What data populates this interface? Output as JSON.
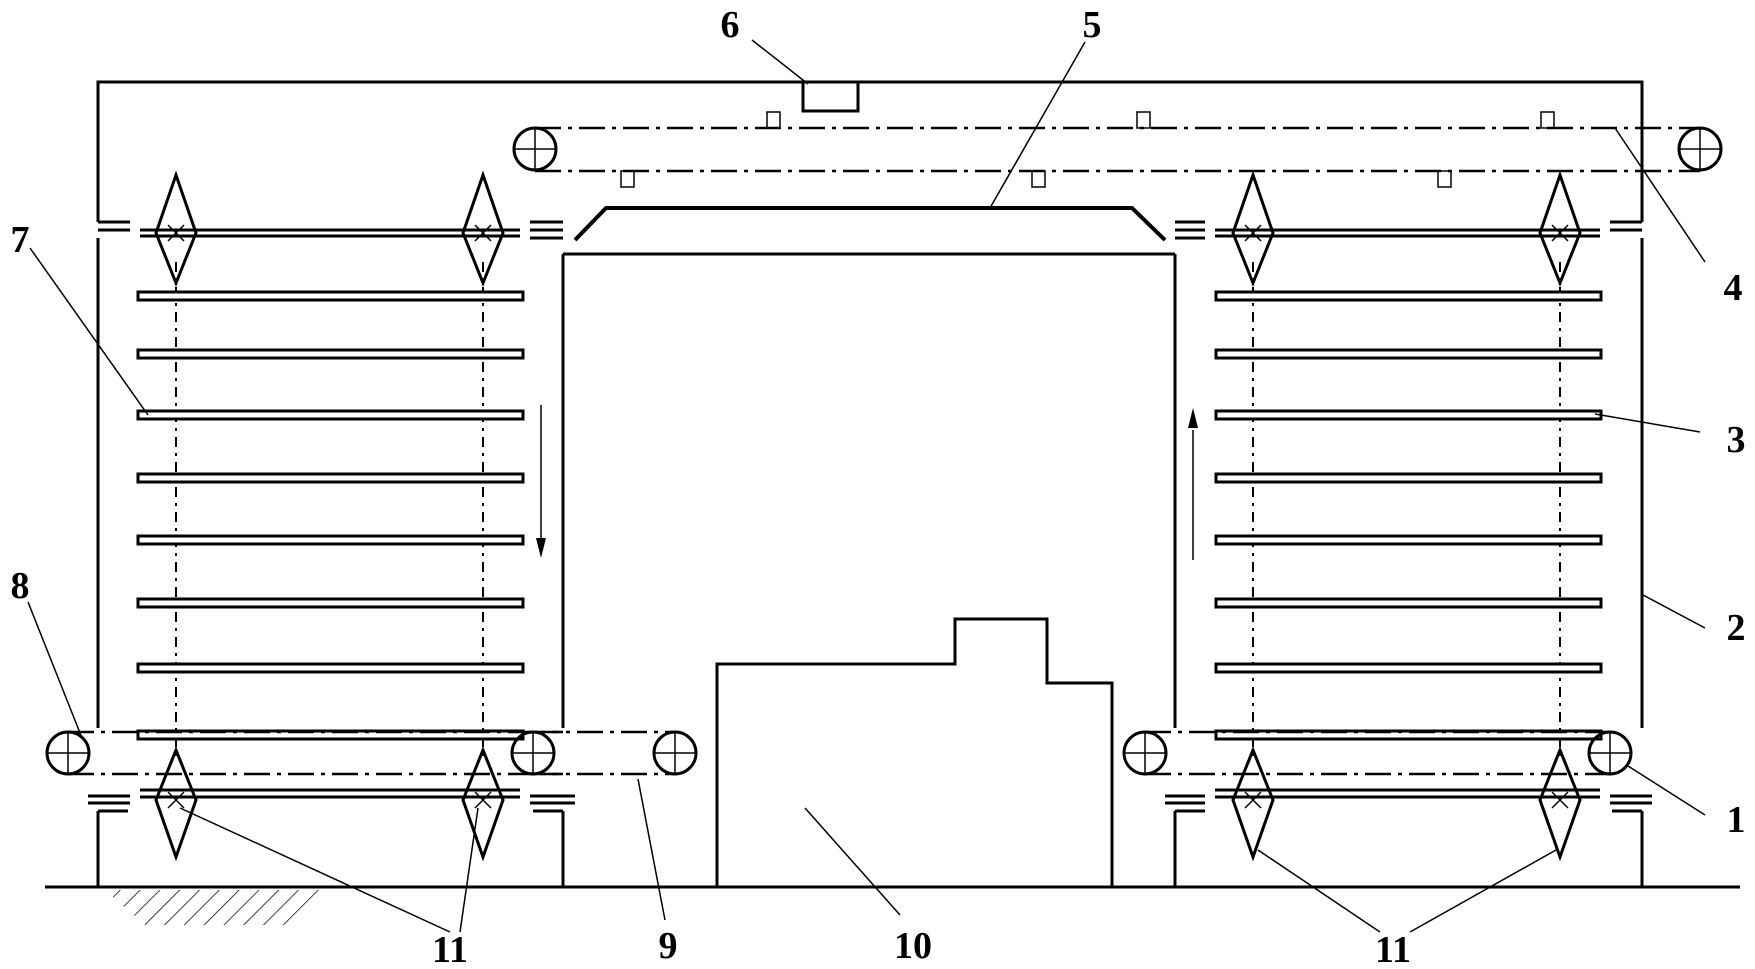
{
  "labels": {
    "l1": "1",
    "l2": "2",
    "l3": "3",
    "l4": "4",
    "l5": "5",
    "l6": "6",
    "l7": "7",
    "l8": "8",
    "l9": "9",
    "l10": "10",
    "l11_left": "11",
    "l11_right": "11"
  },
  "colors": {
    "line": "#000000",
    "background": "#ffffff"
  },
  "icons": {
    "sprocket": "sprocket-icon",
    "roller": "roller-icon",
    "arrow_down": "arrow-down-icon",
    "arrow_up": "arrow-up-icon"
  }
}
